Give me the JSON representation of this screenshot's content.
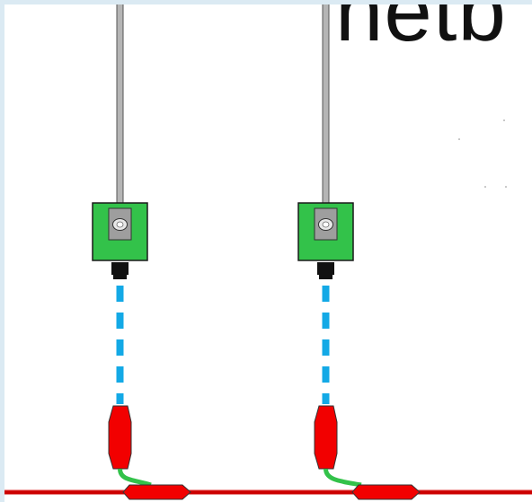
{
  "diagram": {
    "title_fragment": "netb",
    "colors": {
      "page_border": "#dbeaf3",
      "background": "#ffffff",
      "antenna": "#b5b5b5",
      "node_body": "#33c24a",
      "connector_plate": "#9e9e9e",
      "dashed_link": "#13a9e6",
      "cable_sleeve": "#f20000",
      "patch_lead": "#33c24a",
      "bus_line": "#cc0000"
    },
    "nodes": [
      {
        "id": "node-left",
        "icon": "network-node-with-antenna"
      },
      {
        "id": "node-right",
        "icon": "network-node-with-antenna"
      }
    ]
  }
}
